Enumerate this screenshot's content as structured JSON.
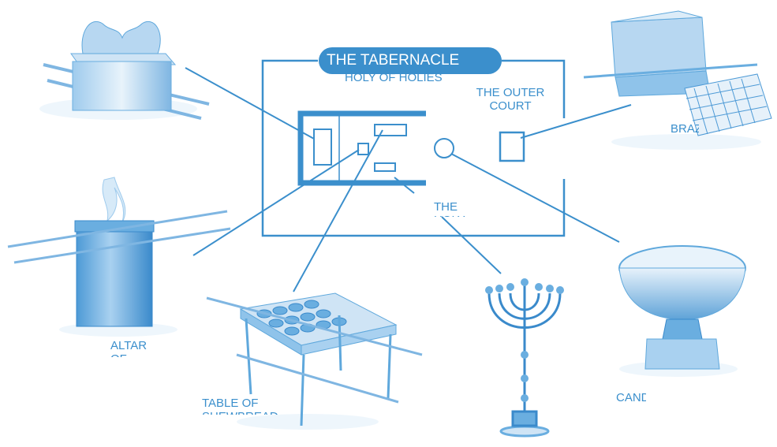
{
  "diagram": {
    "title": "THE TABERNACLE",
    "labels": {
      "holy_of_holies": "HOLY OF HOLIES",
      "outer_court": "THE OUTER COURT",
      "the_holy": "THE HOLY",
      "brazen": "BRAZEN",
      "altar": "ALTAR OF",
      "table": "TABLE OF SHEWBREAD",
      "candle": "CANDLE"
    },
    "colors": {
      "accent": "#3b8fcc",
      "illustration": "#5fa8dc",
      "illustration_light": "#cfe4f5"
    }
  }
}
